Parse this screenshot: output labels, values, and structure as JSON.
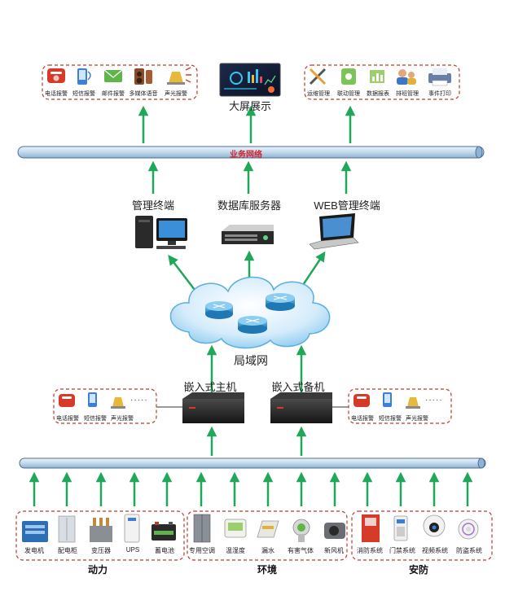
{
  "business_bus": {
    "title": "业务网络"
  },
  "top_left_group": {
    "items": [
      "电话报警",
      "短信报警",
      "邮件报警",
      "多媒体语音",
      "声光报警"
    ]
  },
  "big_screen": {
    "label": "大屏展示"
  },
  "top_right_group": {
    "items": [
      "运维管理",
      "联动管理",
      "数据报表",
      "排班管理",
      "事件打印"
    ]
  },
  "terminals": {
    "mgmt": "管理终端",
    "db": "数据库服务器",
    "web": "WEB管理终端"
  },
  "lan": {
    "label": "局域网"
  },
  "hosts": {
    "main": "嵌入式主机",
    "backup": "嵌入式备机"
  },
  "left_alarm_group": {
    "items": [
      "电话报警",
      "短信报警",
      "声光报警"
    ],
    "ellipsis": "·····"
  },
  "right_alarm_group": {
    "items": [
      "电话报警",
      "短信报警",
      "声光报警"
    ],
    "ellipsis": "·····"
  },
  "bottom_groups": [
    {
      "title": "动力",
      "items": [
        "发电机",
        "配电柜",
        "变压器",
        "UPS",
        "蓄电池"
      ]
    },
    {
      "title": "环境",
      "items": [
        "专用空调",
        "温湿度",
        "漏水",
        "有害气体",
        "新风机"
      ]
    },
    {
      "title": "安防",
      "items": [
        "消防系统",
        "门禁系统",
        "视频系统",
        "防盗系统"
      ]
    }
  ],
  "colors": {
    "arrow": "#1fa85a",
    "border": "#c0392b",
    "bus": "#b9d3ea",
    "bus_title": "#d4242b"
  }
}
